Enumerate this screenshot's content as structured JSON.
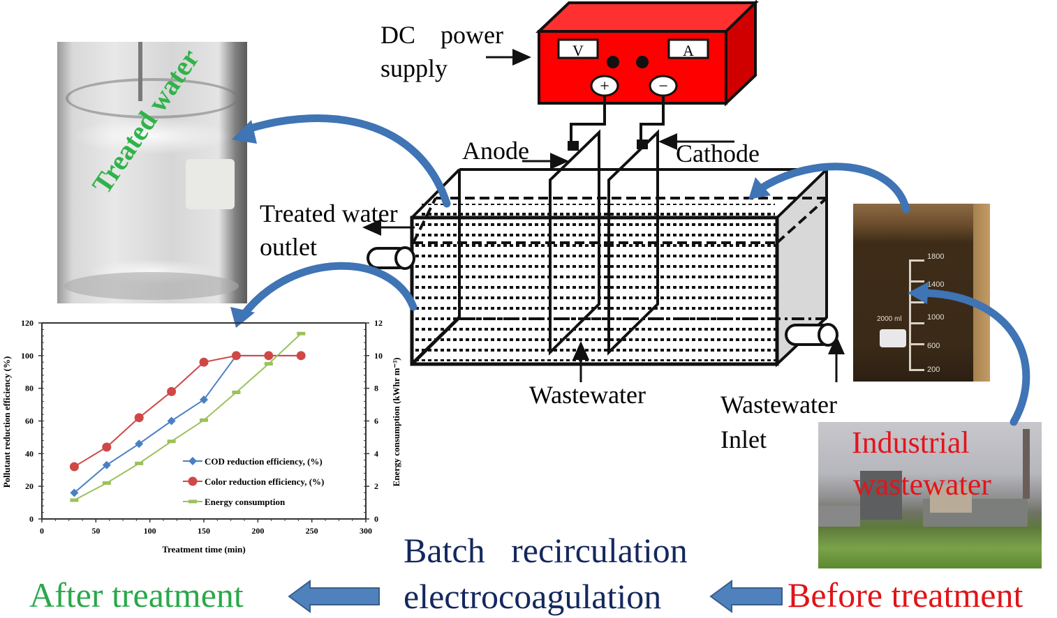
{
  "diagram": {
    "power_supply_label_line1": "DC    power",
    "power_supply_label_line2": "supply",
    "voltmeter_label": "V",
    "ammeter_label": "A",
    "positive_terminal": "+",
    "negative_terminal": "−",
    "anode_label": "Anode",
    "cathode_label": "Cathode",
    "outlet_label_line1": "Treated water",
    "outlet_label_line2": "outlet",
    "wastewater_label": "Wastewater",
    "inlet_label_line1": "Wastewater",
    "inlet_label_line2": "Inlet",
    "power_supply_color": "#ff0000",
    "arrow_color": "#3f74b5"
  },
  "photos": {
    "treated": {
      "overlay_text": "Treated water",
      "text_color": "#2fb34a"
    },
    "raw": {
      "scale_marks": [
        "1800",
        "1400",
        "1000",
        "600",
        "200"
      ],
      "beaker_text": "2000 ml"
    },
    "factory": {
      "overlay_line1": "Industrial",
      "overlay_line2": "wastewater",
      "text_color": "#e3141b"
    }
  },
  "flow": {
    "after_label": "After treatment",
    "process_line1": "Batch   recirculation",
    "process_line2": "electrocoagulation",
    "before_label": "Before treatment",
    "after_color": "#2aa84a",
    "process_color": "#14285e",
    "before_color": "#e01418"
  },
  "chart_data": {
    "type": "line",
    "title": "",
    "xlabel": "Treatment time (min)",
    "ylabel": "Pollutant reduction efficiency (%)",
    "y2label": "Energy consumption (kWhr m⁻³)",
    "xlim": [
      0,
      300
    ],
    "ylim": [
      0,
      120
    ],
    "y2lim": [
      0,
      12
    ],
    "xticks": [
      0,
      50,
      100,
      150,
      200,
      250,
      300
    ],
    "yticks": [
      0,
      20,
      40,
      60,
      80,
      100,
      120
    ],
    "y2ticks": [
      0,
      2,
      4,
      6,
      8,
      10,
      12
    ],
    "grid": false,
    "legend_position": "bottom-right",
    "x": [
      30,
      60,
      90,
      120,
      150,
      180,
      210,
      240
    ],
    "series": [
      {
        "name": "COD reduction efficiency, (%)",
        "axis": "left",
        "marker": "diamond",
        "color": "#4a7fc4",
        "values": [
          16,
          33,
          46,
          60,
          73,
          100,
          100,
          100
        ]
      },
      {
        "name": "Color reduction efficiency, (%)",
        "axis": "left",
        "marker": "circle",
        "color": "#cf4846",
        "values": [
          32,
          44,
          62,
          78,
          96,
          100,
          100,
          100
        ]
      },
      {
        "name": "Energy consumption",
        "axis": "right",
        "marker": "dash",
        "color": "#9bc25a",
        "values": [
          1.15,
          2.2,
          3.4,
          4.75,
          6.05,
          7.75,
          9.5,
          11.35
        ]
      }
    ]
  }
}
